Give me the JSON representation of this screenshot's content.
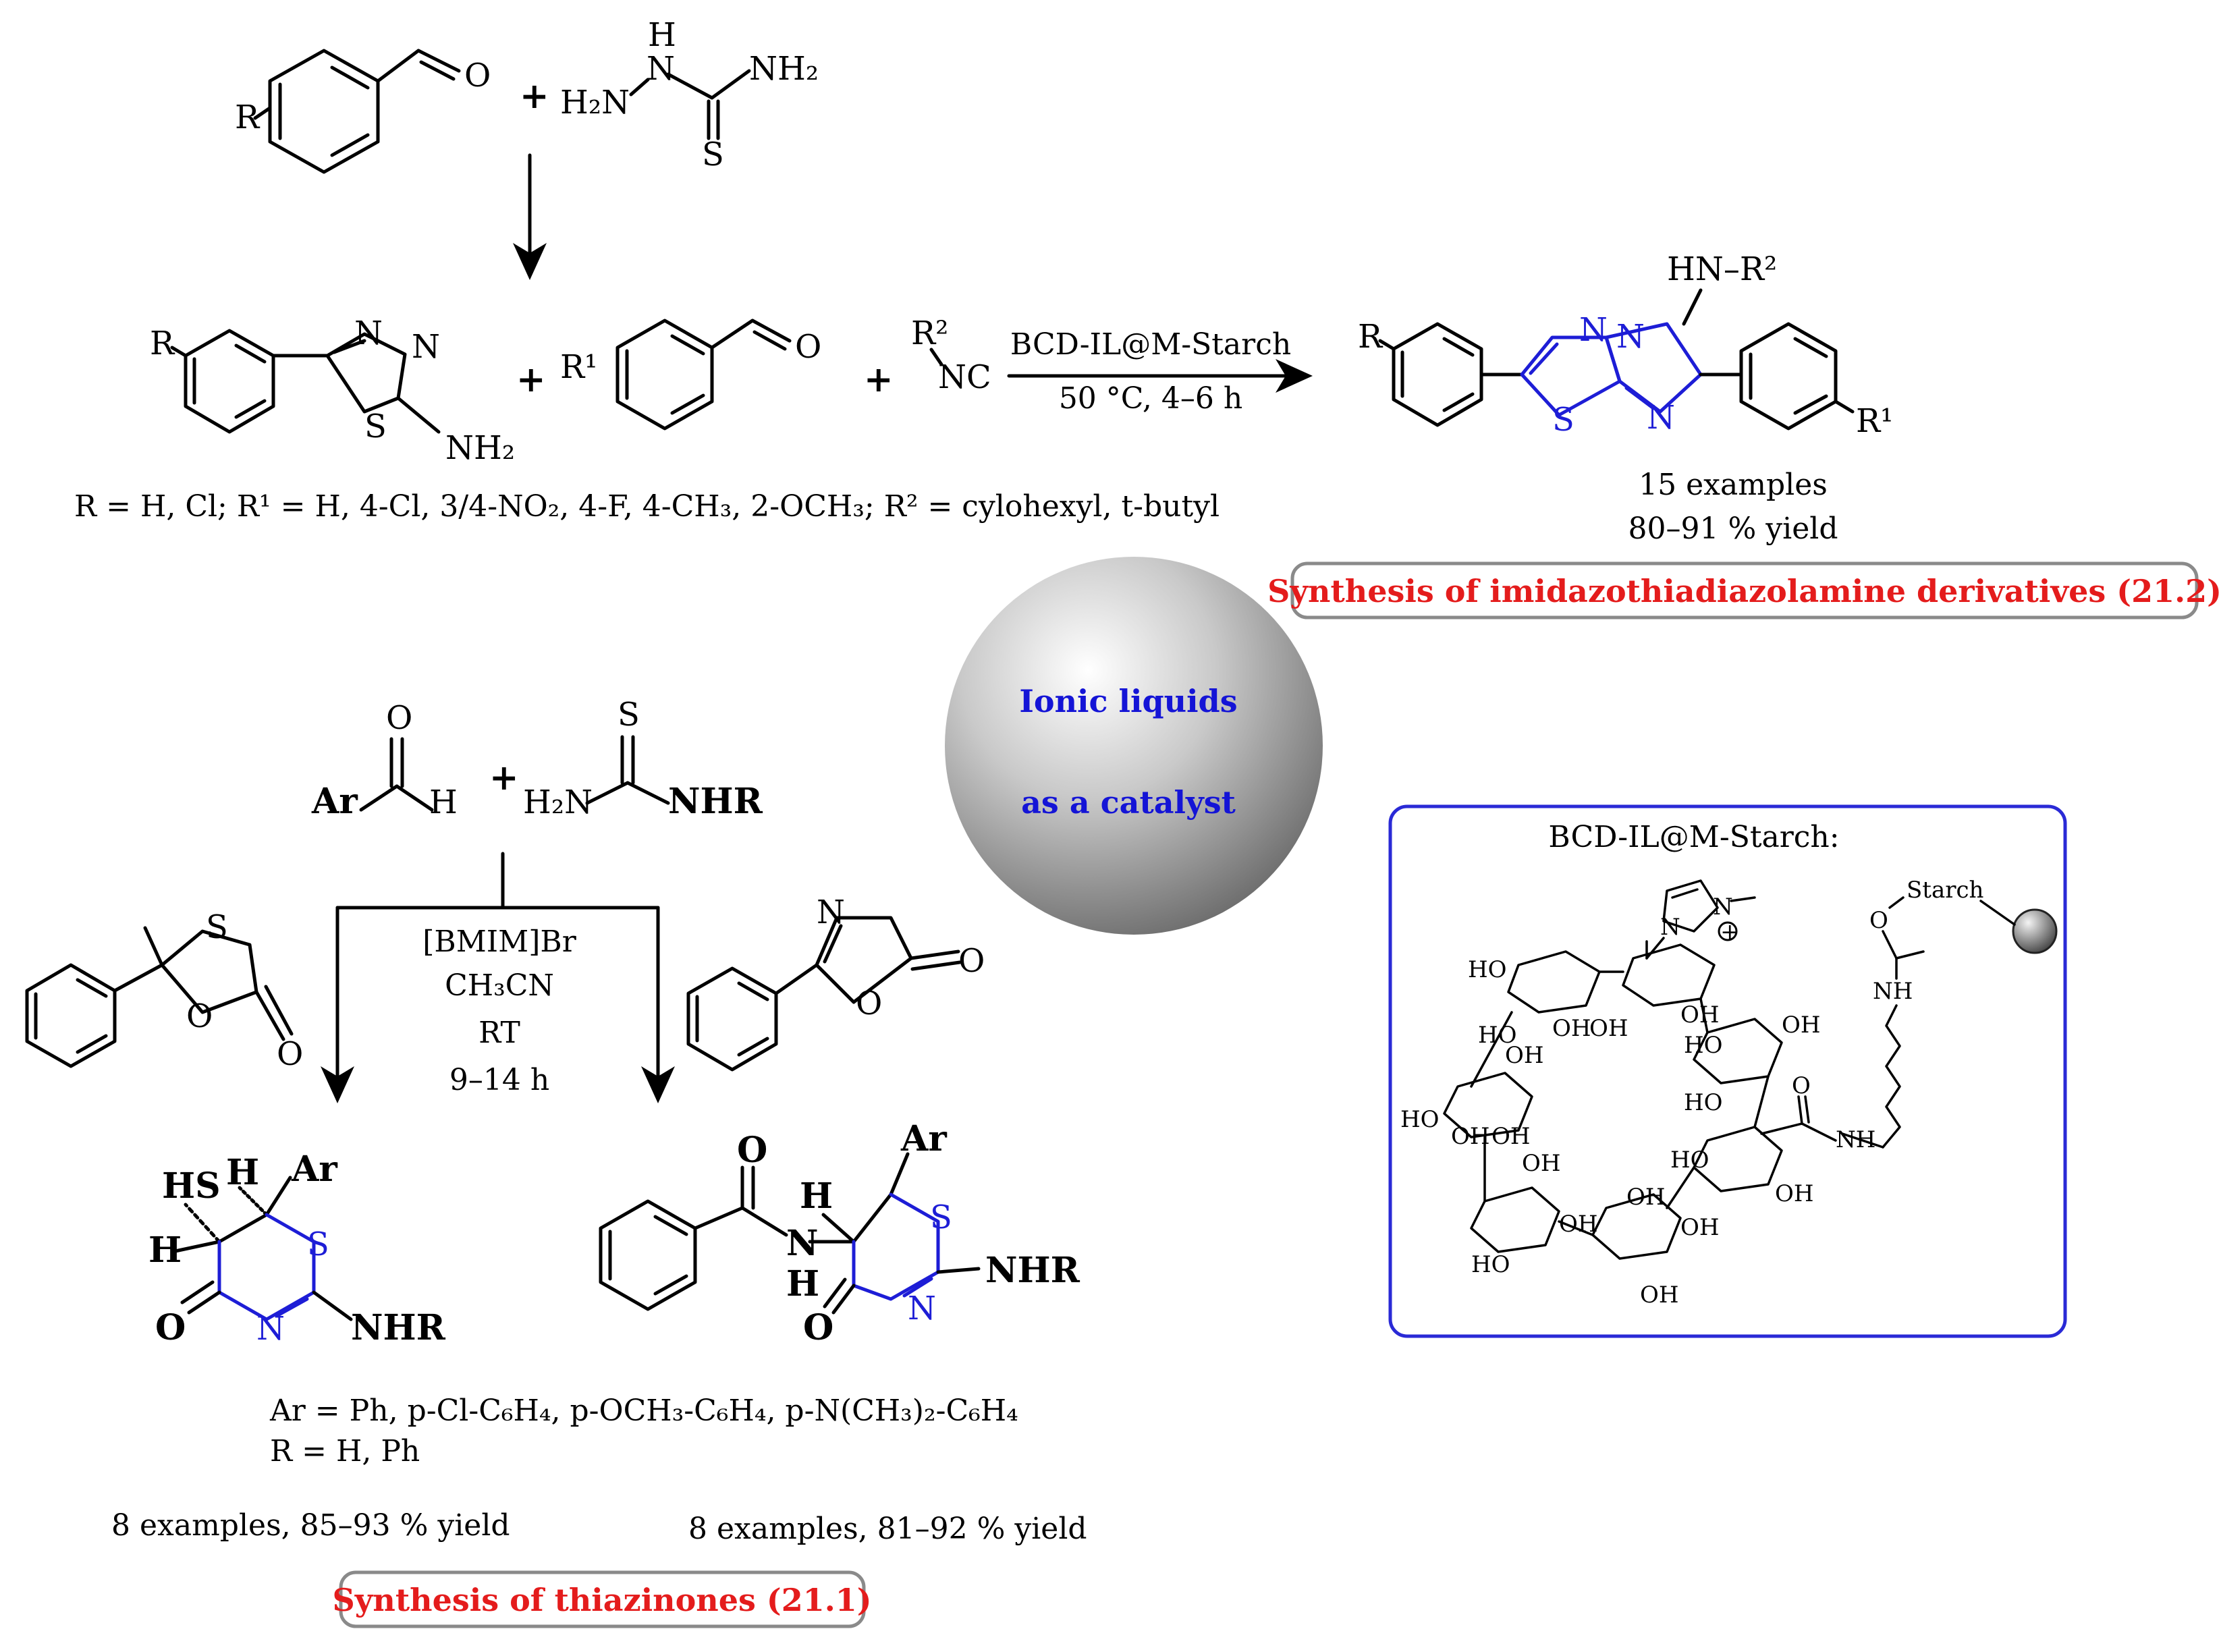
{
  "catalyst_sphere": {
    "line1": "Ionic liquids",
    "line2": "as a catalyst"
  },
  "top_scheme": {
    "reactant_substituent_R": "R",
    "reactant_oxygen": "O",
    "plus1": "+",
    "thiosemicarbazide": {
      "h": "H",
      "n": "N",
      "h2n": "H₂N",
      "nh2": "NH₂",
      "s": "S"
    },
    "thiadiazole": {
      "r": "R",
      "n1": "N",
      "n2": "N",
      "s": "S",
      "nh2": "NH₂"
    },
    "plus2": "+",
    "aldehyde": {
      "r1": "R¹",
      "o": "O"
    },
    "plus3": "+",
    "isocyanide": {
      "r2": "R²",
      "nc": "NC"
    },
    "arrow_above": "BCD-IL@M-Starch",
    "arrow_below": "50 °C, 4–6 h",
    "conditions_note": "R = H, Cl; R¹ = H, 4-Cl, 3/4-NO₂, 4-F, 4-CH₃, 2-OCH₃; R² = cylohexyl, t-butyl",
    "product": {
      "hn_r2": "HN–R²",
      "r": "R",
      "n1": "N",
      "n2": "N",
      "s": "S",
      "n3": "N",
      "r1": "R¹"
    },
    "examples": "15 examples",
    "yield": "80–91 % yield",
    "title_box": "Synthesis of imidazothiadiazolamine derivatives (21.2)"
  },
  "bottom_scheme": {
    "aldehyde": {
      "o": "O",
      "ar": "Ar",
      "h": "H"
    },
    "plus": "+",
    "thiourea": {
      "s": "S",
      "h2n": "H₂N",
      "nhr": "NHR"
    },
    "conditions": [
      "[BMIM]Br",
      "CH₃CN",
      "RT",
      "9–14 h"
    ],
    "oxathiolanone": {
      "s": "S",
      "o1": "O",
      "o2": "O"
    },
    "oxazolone": {
      "n": "N",
      "o1": "O",
      "o2": "O"
    },
    "product_left": {
      "hs": "HS",
      "h1": "H",
      "ar": "Ar",
      "s": "S",
      "h2": "H",
      "o": "O",
      "n": "N",
      "nhr": "NHR"
    },
    "product_right": {
      "ar": "Ar",
      "h": "H",
      "s": "S",
      "o1": "O",
      "nh": "N",
      "nh_h": "H",
      "nhr": "NHR",
      "o2": "O",
      "n": "N"
    },
    "ar_note": "Ar = Ph, p-Cl-C₆H₄, p-OCH₃-C₆H₄, p-N(CH₃)₂-C₆H₄",
    "r_note": "R = H, Ph",
    "examples_left": "8 examples, 85–93 % yield",
    "examples_right": "8 examples, 81–92 % yield",
    "title_box": "Synthesis of thiazinones (21.1)"
  },
  "catalyst_box": {
    "title": "BCD-IL@M-Starch:",
    "starch": "Starch",
    "n_plus": "N",
    "plus_sign": "+",
    "n2": "N",
    "labels": {
      "ho1": "HO",
      "oh1": "OH",
      "ho2": "HO",
      "oh2": "OH",
      "oh3": "OH",
      "ho3": "HO",
      "oh4": "OH",
      "ho4": "HO",
      "oh5": "OH",
      "oh6": "OH",
      "ho5": "HO",
      "oh7": "OH",
      "ho6": "HO",
      "oh8": "OH",
      "oh9": "OH",
      "ho7": "HO",
      "oh10": "OH",
      "oh11": "OH",
      "oh12": "OH",
      "oh13": "OH",
      "o": "O",
      "nh": "NH",
      "nh_chain": "NH",
      "o_ester": "O"
    }
  },
  "colors": {
    "accent_blue": "#1d1dd6",
    "title_red": "#e41c1c",
    "box_gray": "#8a8a8a",
    "catalyst_border": "#2a2ad6"
  }
}
